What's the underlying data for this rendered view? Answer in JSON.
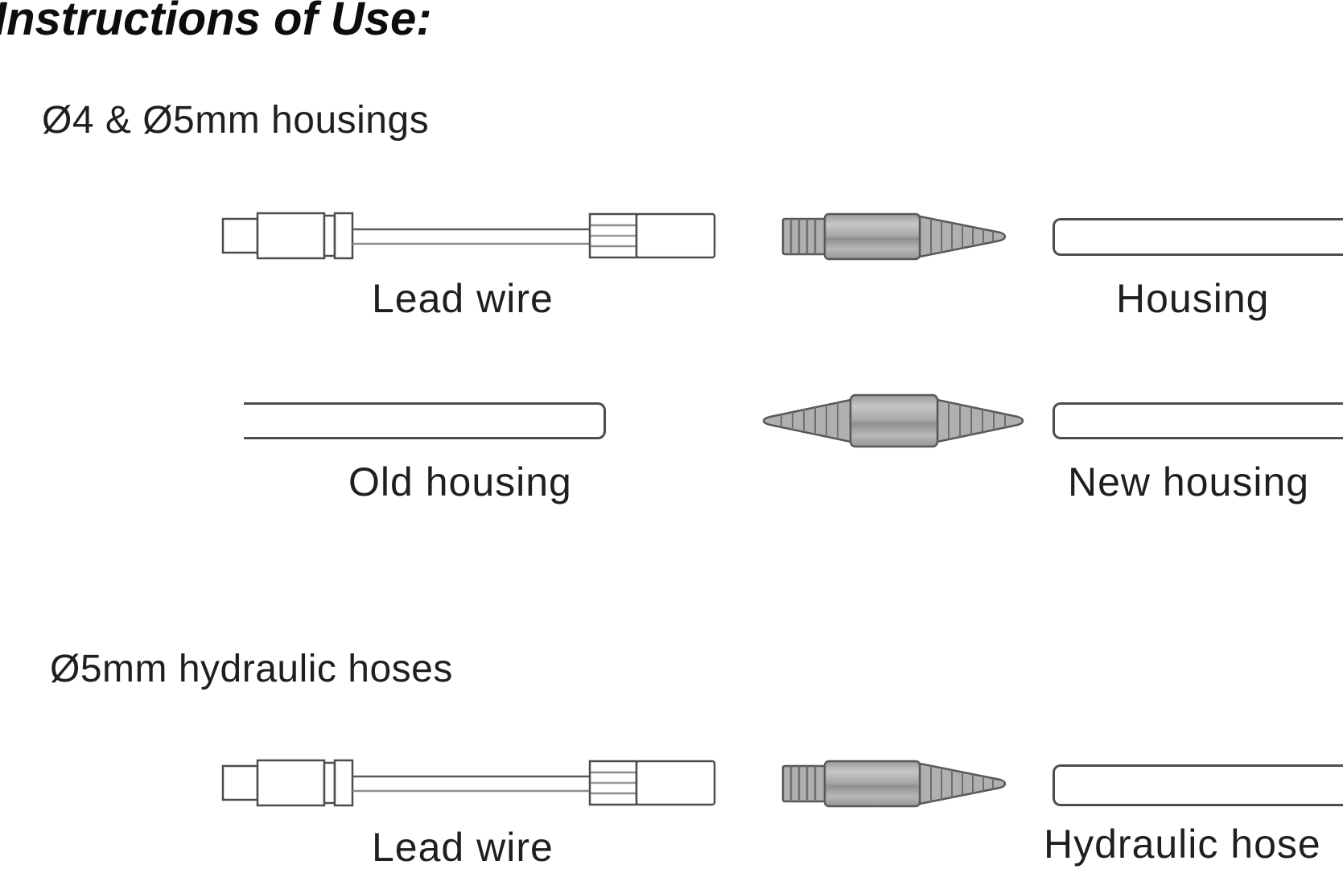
{
  "page": {
    "title": "Instructions of Use:"
  },
  "colors": {
    "background": "#ffffff",
    "line_art": "#4d4d4d",
    "metal_fill": "#b0b0b0",
    "metal_outline": "#585858",
    "text": "#1c1c1c"
  },
  "icons": {
    "lead_wire": "lead-wire-illustration",
    "barb_connector": "threaded-barb-connector-illustration",
    "double_barb_connector": "double-ended-barb-connector-illustration",
    "housing_tube": "housing-tube-illustration"
  },
  "sections": [
    {
      "header": "Ø4 & Ø5mm housings",
      "rows": [
        {
          "left_label": "Lead wire",
          "right_label": "Housing"
        },
        {
          "left_label": "Old housing",
          "right_label": "New housing"
        }
      ]
    },
    {
      "header": "Ø5mm hydraulic hoses",
      "rows": [
        {
          "left_label": "Lead wire",
          "right_label": "Hydraulic hose"
        }
      ]
    }
  ]
}
